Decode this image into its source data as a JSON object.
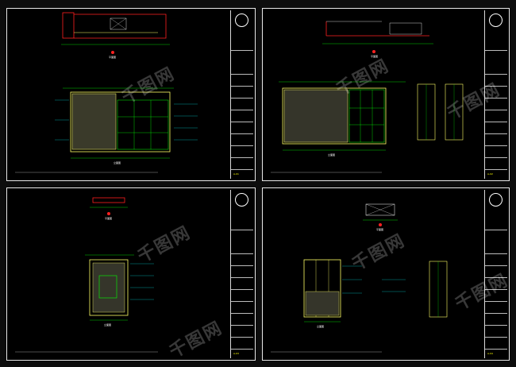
{
  "sheets": [
    {
      "id": "s1",
      "plan_label": "平面图",
      "elev_label": "立面图",
      "sheet_no": "A-01"
    },
    {
      "id": "s2",
      "plan_label": "平面图",
      "elev_label": "立面图",
      "sheet_no": "A-02"
    },
    {
      "id": "s3",
      "plan_label": "平面图",
      "elev_label": "立面图",
      "sheet_no": "A-03"
    },
    {
      "id": "s4",
      "plan_label": "平面图",
      "elev_label": "立面图",
      "sheet_no": "A-04"
    }
  ],
  "watermark": "千图网",
  "colors": {
    "frame": "#e8e8e8",
    "red": "#ff2020",
    "green": "#00ff00",
    "yellow": "#ffff66",
    "cyan": "#00ffff",
    "white": "#ffffff"
  }
}
